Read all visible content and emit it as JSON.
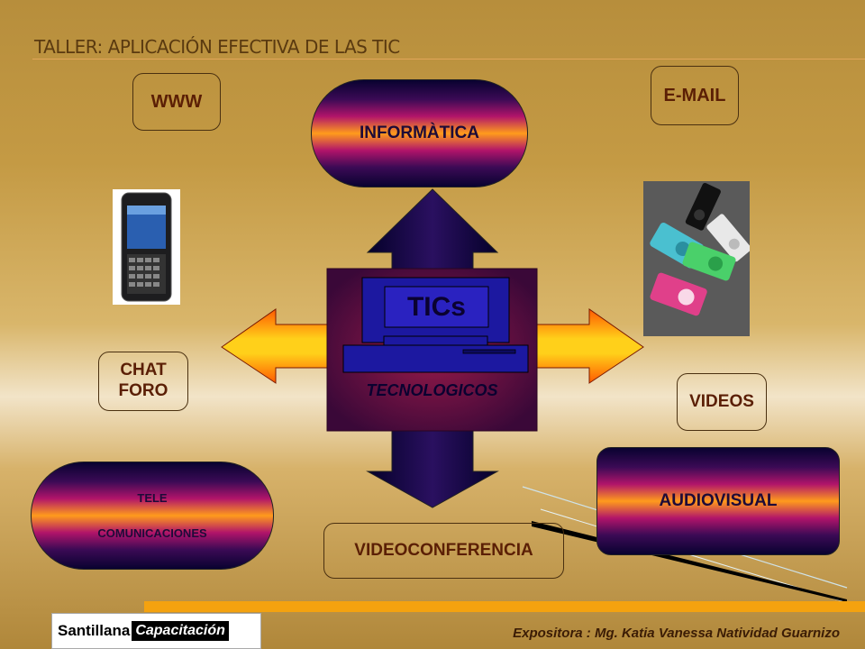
{
  "header": {
    "title": "TALLER: APLICACIÓN EFECTIVA DE LAS TIC"
  },
  "center": {
    "monitor_label": "TICs",
    "base_label": "TECNOLOGICOS"
  },
  "labels": {
    "www": "WWW",
    "email": "E-MAIL",
    "informatica": "INFORMÀTICA",
    "chat": "CHAT",
    "foro": "FORO",
    "videos": "VIDEOS",
    "tele": "TELE",
    "comunicaciones": "COMUNICACIONES",
    "videoconferencia": "VIDEOCONFERENCIA",
    "audiovisual": "AUDIOVISUAL"
  },
  "footer": {
    "presenter": "Expositora : Mg. Katia Vanessa Natividad Guarnizo",
    "logo_brand": "Santillana",
    "logo_capacitacion": "Capacitación"
  },
  "colors": {
    "accent_orange": "#f4a20f",
    "label_text": "#5b1f05",
    "dark_navy": "#0a0230"
  }
}
